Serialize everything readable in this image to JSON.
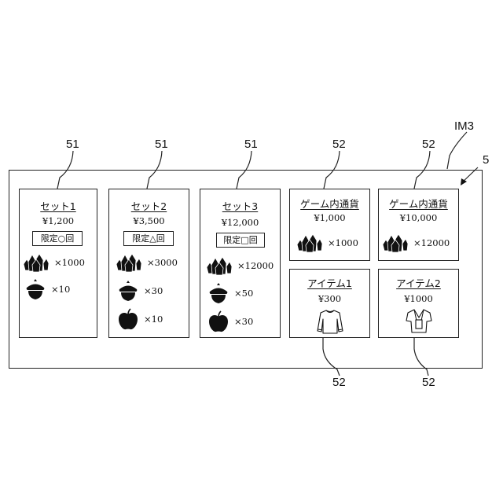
{
  "labels": {
    "im3": "IM3",
    "screen": "5",
    "set_ref": "51",
    "currency_ref": "52"
  },
  "sets": [
    {
      "title": "セット1",
      "price": "¥1,200",
      "limit": "限定○回",
      "items": [
        {
          "icon": "crystal-icon",
          "qty": "×1000"
        },
        {
          "icon": "acorn-icon",
          "qty": "×10"
        }
      ]
    },
    {
      "title": "セット2",
      "price": "¥3,500",
      "limit": "限定△回",
      "items": [
        {
          "icon": "crystal-icon",
          "qty": "×3000"
        },
        {
          "icon": "acorn-icon",
          "qty": "×30"
        },
        {
          "icon": "apple-icon",
          "qty": "×10"
        }
      ]
    },
    {
      "title": "セット3",
      "price": "¥12,000",
      "limit": "限定□回",
      "items": [
        {
          "icon": "crystal-icon",
          "qty": "×12000"
        },
        {
          "icon": "acorn-icon",
          "qty": "×50"
        },
        {
          "icon": "apple-icon",
          "qty": "×30"
        }
      ]
    }
  ],
  "currency": [
    {
      "title": "ゲーム内通貨",
      "price": "¥1,000",
      "icon": "crystal-icon",
      "qty": "×1000"
    },
    {
      "title": "ゲーム内通貨",
      "price": "¥10,000",
      "icon": "crystal-icon",
      "qty": "×12000"
    }
  ],
  "items": [
    {
      "title": "アイテム1",
      "price": "¥300",
      "icon": "shirt-icon"
    },
    {
      "title": "アイテム2",
      "price": "¥1000",
      "icon": "kimono-icon"
    }
  ]
}
